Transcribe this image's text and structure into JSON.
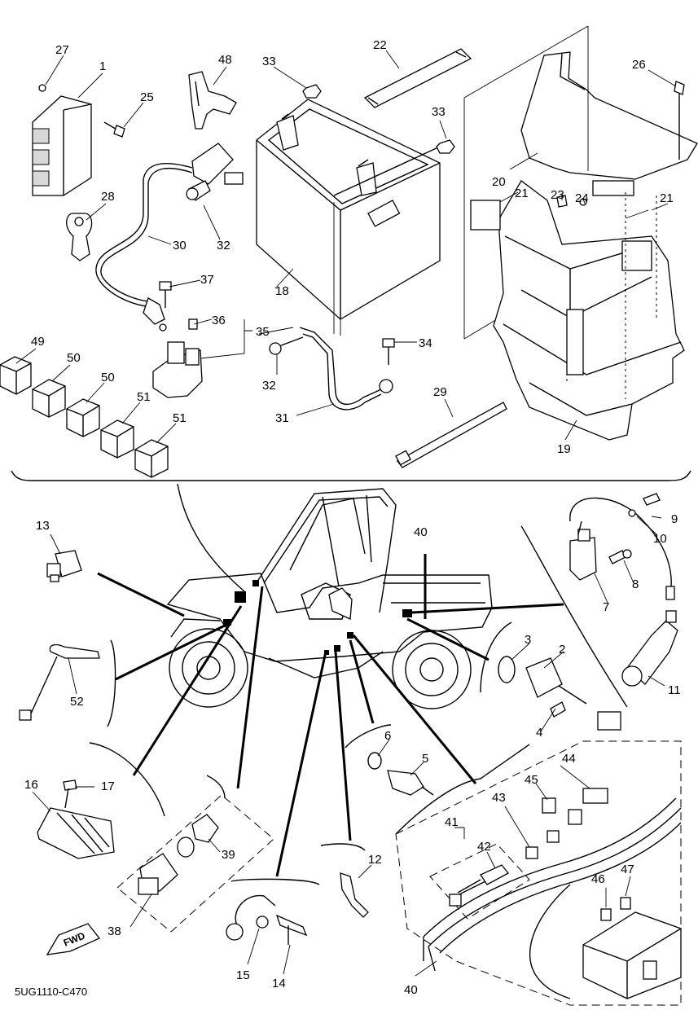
{
  "diagram_code": "5UG1110-C470",
  "fwd_label": "FWD",
  "callouts": {
    "c1": "1",
    "c2": "2",
    "c3": "3",
    "c4": "4",
    "c5": "5",
    "c6": "6",
    "c7": "7",
    "c8": "8",
    "c9": "9",
    "c10": "10",
    "c11": "11",
    "c12": "12",
    "c13": "13",
    "c14": "14",
    "c15": "15",
    "c16": "16",
    "c17": "17",
    "c18": "18",
    "c19": "19",
    "c20": "20",
    "c21a": "21",
    "c21b": "21",
    "c22": "22",
    "c23": "23",
    "c24": "24",
    "c25": "25",
    "c26": "26",
    "c27": "27",
    "c28": "28",
    "c29": "29",
    "c30": "30",
    "c31": "31",
    "c32a": "32",
    "c32b": "32",
    "c33a": "33",
    "c33b": "33",
    "c34": "34",
    "c35": "35",
    "c36": "36",
    "c37": "37",
    "c38": "38",
    "c39": "39",
    "c40a": "40",
    "c40b": "40",
    "c41": "41",
    "c42": "42",
    "c43": "43",
    "c44": "44",
    "c45": "45",
    "c46": "46",
    "c47": "47",
    "c48": "48",
    "c49": "49",
    "c50a": "50",
    "c50b": "50",
    "c51a": "51",
    "c51b": "51",
    "c52": "52"
  }
}
